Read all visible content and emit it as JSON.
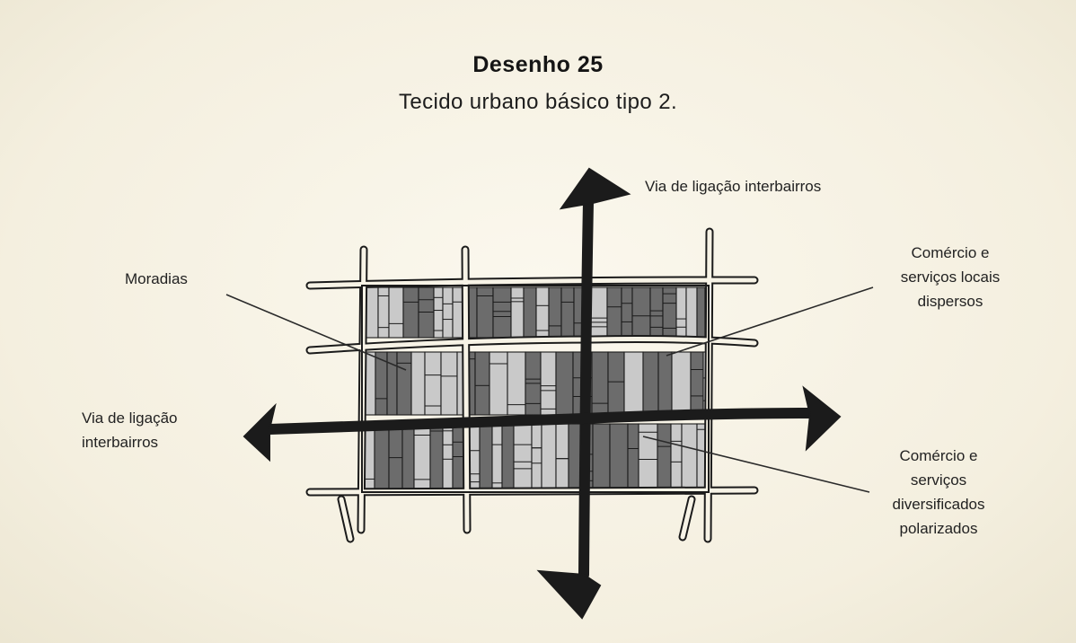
{
  "header": {
    "title": "Desenho 25",
    "subtitle": "Tecido urbano básico tipo 2."
  },
  "labels": {
    "via_top": "Via de ligação interbairros",
    "moradias": "Moradias",
    "comercio_locais": [
      "Comércio e",
      "serviços locais",
      "dispersos"
    ],
    "via_left": [
      "Via de ligação",
      "interbairros"
    ],
    "comercio_diversificados": [
      "Comércio e",
      "serviços",
      "diversificados",
      "polarizados"
    ]
  },
  "colors": {
    "paper": "#f7f3e6",
    "ink": "#1b1b1b",
    "light_block": "#c9c9c9",
    "dark_block": "#6c6c6c"
  }
}
